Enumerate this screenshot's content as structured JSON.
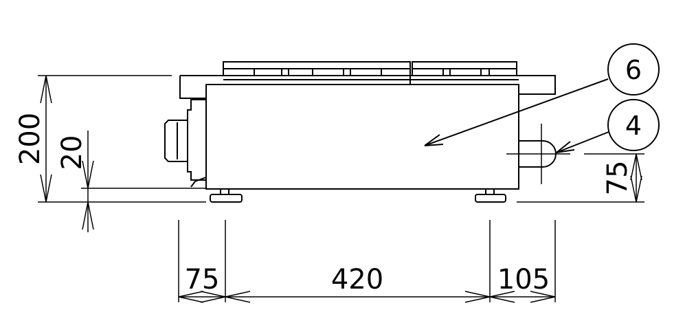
{
  "dimensions": {
    "overall_height": "200",
    "leg_height": "20",
    "left_offset": "75",
    "center_span": "420",
    "right_offset": "105",
    "connector_height": "75"
  },
  "callouts": {
    "body": "6",
    "connector": "4"
  }
}
